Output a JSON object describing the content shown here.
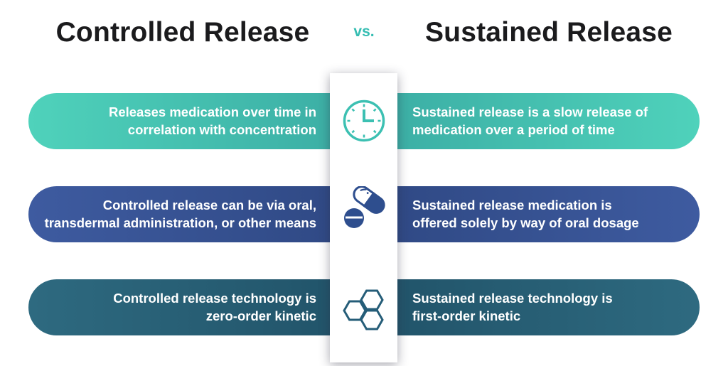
{
  "header": {
    "title_left": "Controlled Release",
    "vs": "vs.",
    "title_right": "Sustained Release"
  },
  "rows": [
    {
      "icon": "clock-icon",
      "left": "Releases medication over time in\ncorrelation with concentration",
      "right": "Sustained release is a slow release of\nmedication over a period of time"
    },
    {
      "icon": "capsule-tablet-icon",
      "left": "Controlled release can be via oral,\ntransdermal administration, or other means",
      "right": "Sustained release medication is\noffered solely by way of oral dosage"
    },
    {
      "icon": "hexagons-molecule-icon",
      "left": "Controlled release technology is\nzero-order kinetic",
      "right": "Sustained release technology is\nfirst-order kinetic"
    }
  ],
  "colors": {
    "teal_light": "#4fd2bb",
    "teal_dark": "#38a8a1",
    "navy_light": "#3e5ba0",
    "navy_dark": "#2d4680",
    "slate_light": "#2e6a80",
    "slate_dark": "#1f5066",
    "accent_vs": "#35bdb2",
    "title_text": "#1b1b1d",
    "pill_text": "#ffffff",
    "icon_teal": "#3cc0b2",
    "icon_navy": "#2e4e8e",
    "icon_slate": "#255d78"
  }
}
